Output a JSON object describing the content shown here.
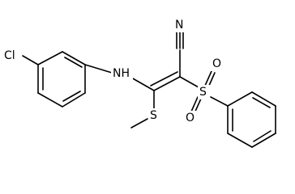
{
  "molecule": {
    "atoms": {
      "cl": "Cl",
      "nh": "NH",
      "n_nitrile": "N",
      "s_thioether": "S",
      "s_sulfonyl": "S",
      "o_upper": "O",
      "o_lower": "O"
    }
  }
}
